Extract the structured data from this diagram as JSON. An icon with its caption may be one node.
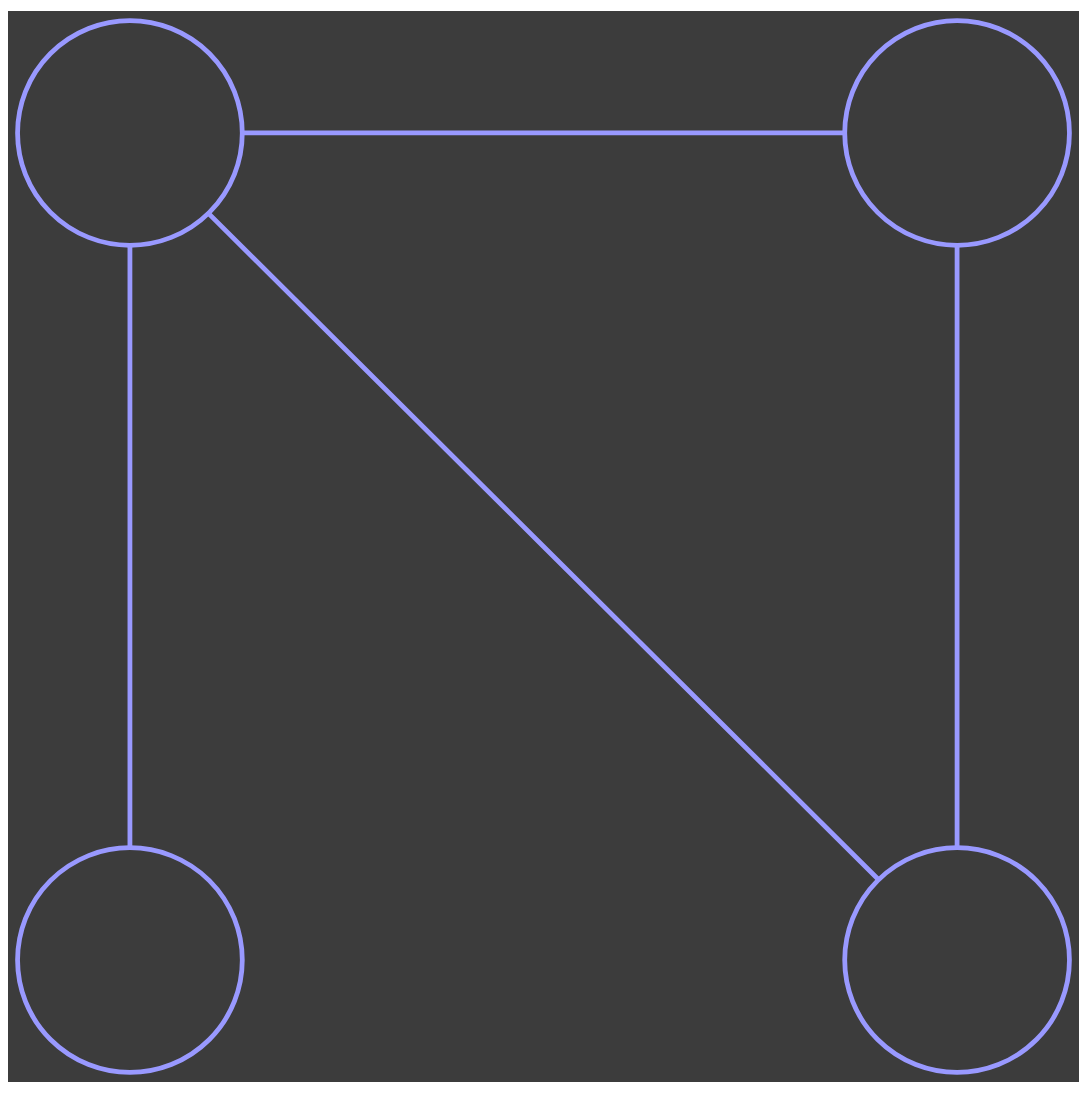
{
  "diagram": {
    "nodes": [
      {
        "text": [],
        "shape": "circle"
      },
      {
        "text": [],
        "shape": "circle"
      },
      {
        "text": [],
        "shape": "circle"
      },
      {
        "text": [],
        "shape": "circle"
      }
    ],
    "edges": [
      {
        "from": 0,
        "to": 1,
        "arrow": "none"
      },
      {
        "from": 0,
        "to": 2,
        "arrow": "none"
      },
      {
        "from": 0,
        "to": 3,
        "arrow": "none"
      },
      {
        "from": 1,
        "to": 3,
        "arrow": "none"
      }
    ]
  }
}
